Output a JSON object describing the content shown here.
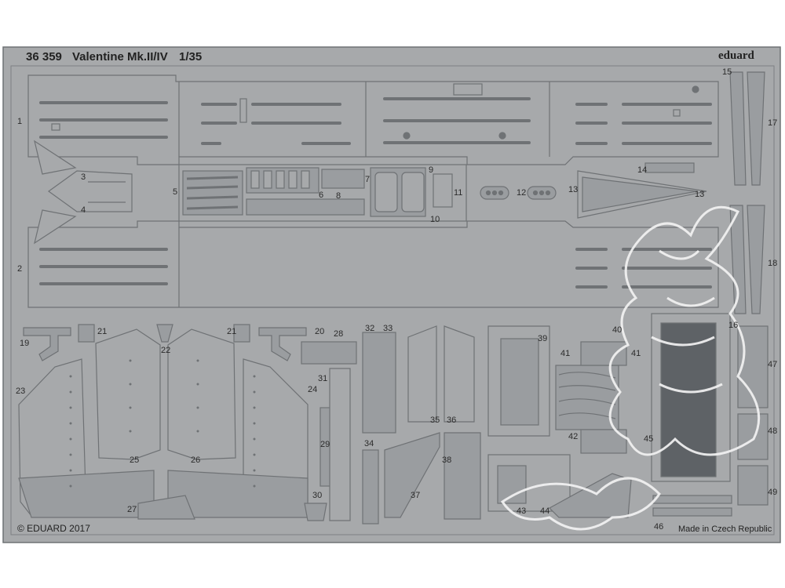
{
  "sheet": {
    "code": "36 359",
    "name": "Valentine Mk.II/IV",
    "scale": "1/35",
    "brand": "eduard",
    "copyright": "© EDUARD 2017",
    "origin": "Made in Czech Republic"
  },
  "colors": {
    "fret": "#a7a9ab",
    "line": "#6f7275",
    "shade": "#8d9093",
    "light": "#c4c6c8",
    "mesh": "#5e6266",
    "watermark": "#f2f2f2"
  },
  "part_numbers": [
    "1",
    "2",
    "3",
    "4",
    "5",
    "6",
    "7",
    "8",
    "9",
    "10",
    "11",
    "12",
    "13",
    "13",
    "14",
    "15",
    "16",
    "17",
    "18",
    "19",
    "20",
    "21",
    "21",
    "22",
    "23",
    "24",
    "25",
    "26",
    "27",
    "28",
    "29",
    "30",
    "31",
    "32",
    "33",
    "34",
    "35",
    "36",
    "37",
    "38",
    "39",
    "40",
    "41",
    "41",
    "42",
    "43",
    "44",
    "45",
    "46",
    "47",
    "48",
    "49"
  ]
}
